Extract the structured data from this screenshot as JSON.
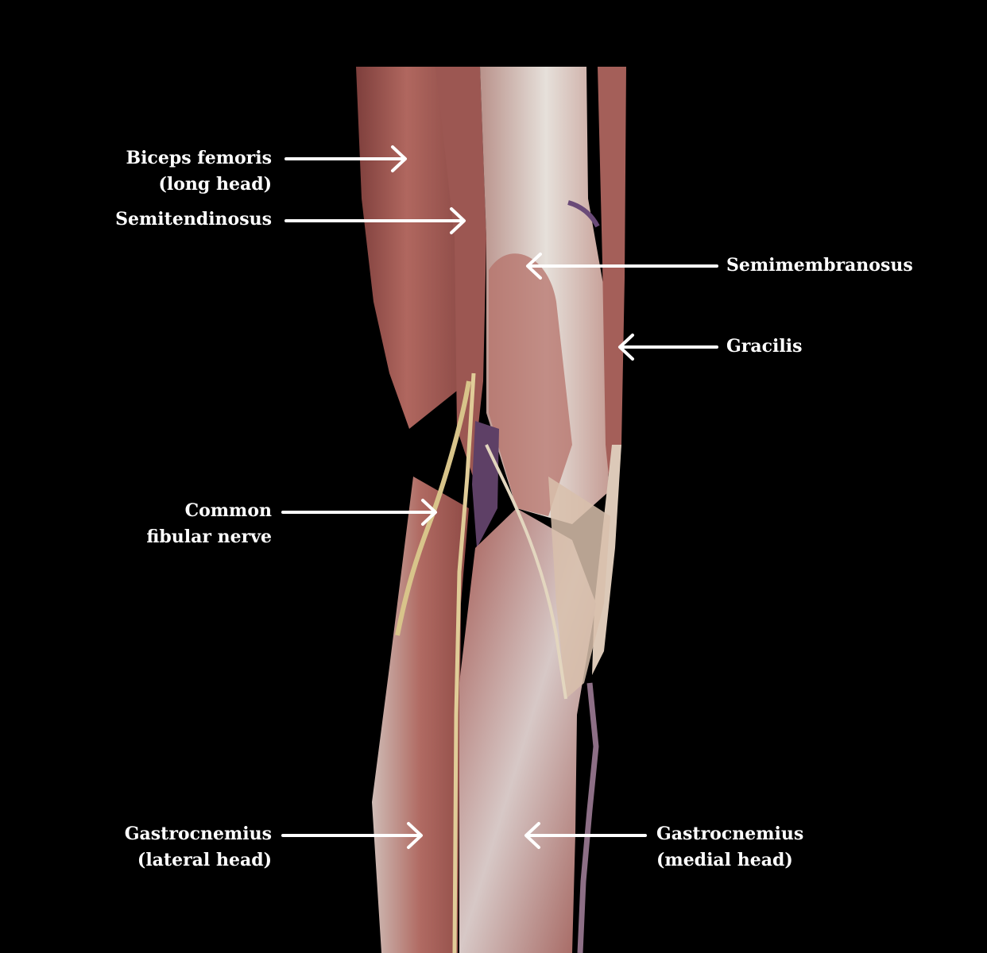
{
  "labels": {
    "biceps_femoris": {
      "line1": "Biceps femoris",
      "line2": "(long head)"
    },
    "semitendinosus": {
      "line1": "Semitendinosus"
    },
    "semimembranosus": {
      "line1": "Semimembranosus"
    },
    "gracilis": {
      "line1": "Gracilis"
    },
    "common_fibular_nerve": {
      "line1": "Common",
      "line2": "fibular nerve"
    },
    "gastrocnemius_lateral": {
      "line1": "Gastrocnemius",
      "line2": "(lateral head)"
    },
    "gastrocnemius_medial": {
      "line1": "Gastrocnemius",
      "line2": "(medial head)"
    }
  },
  "colors": {
    "background": "#000000",
    "label_text": "#ffffff",
    "arrow": "#ffffff",
    "muscle": "#a8615c",
    "muscle_dark": "#7e3f3c",
    "fascia": "#ddd6cf",
    "nerve": "#d8c48a",
    "vein": "#6a4a78"
  }
}
